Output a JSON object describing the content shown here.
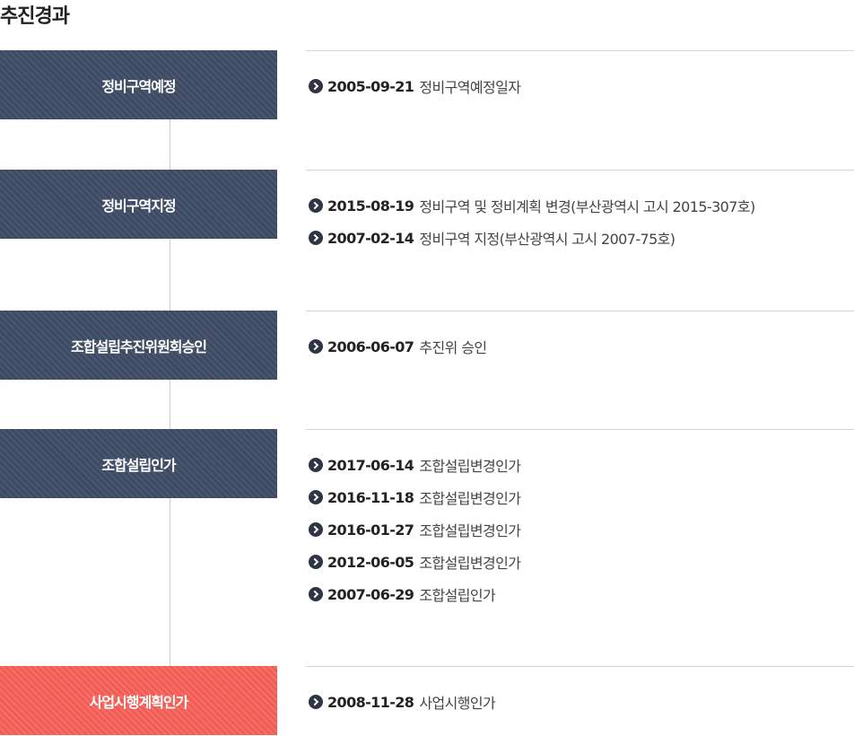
{
  "page_title": "추진경과",
  "steps": [
    {
      "label": "정비구역예정",
      "events": [
        {
          "date": "2005-09-21",
          "desc": "정비구역예정일자"
        }
      ]
    },
    {
      "label": "정비구역지정",
      "events": [
        {
          "date": "2015-08-19",
          "desc": "정비구역 및 정비계획 변경(부산광역시 고시 2015-307호)"
        },
        {
          "date": "2007-02-14",
          "desc": "정비구역 지정(부산광역시 고시 2007-75호)"
        }
      ]
    },
    {
      "label": "조합설립추진위원회승인",
      "events": [
        {
          "date": "2006-06-07",
          "desc": "추진위 승인"
        }
      ]
    },
    {
      "label": "조합설립인가",
      "events": [
        {
          "date": "2017-06-14",
          "desc": "조합설립변경인가"
        },
        {
          "date": "2016-11-18",
          "desc": "조합설립변경인가"
        },
        {
          "date": "2016-01-27",
          "desc": "조합설립변경인가"
        },
        {
          "date": "2012-06-05",
          "desc": "조합설립변경인가"
        },
        {
          "date": "2007-06-29",
          "desc": "조합설립인가"
        }
      ]
    },
    {
      "label": "사업시행계획인가",
      "events": [
        {
          "date": "2008-11-28",
          "desc": "사업시행인가"
        }
      ]
    }
  ],
  "colors": {
    "step_default": "#3d4a63",
    "step_current": "#f25c54",
    "bullet": "#2f3545"
  }
}
